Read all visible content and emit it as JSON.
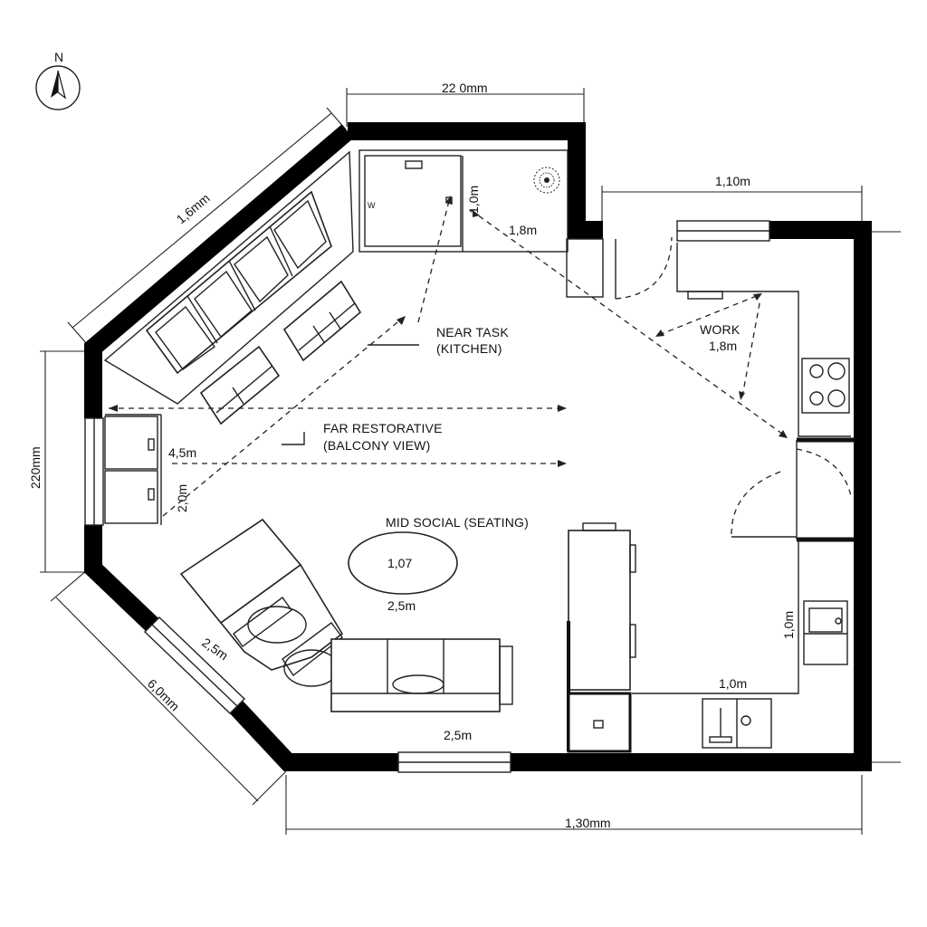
{
  "compass": {
    "label": "N",
    "icon": "north-arrow-icon"
  },
  "dimensions": {
    "top": "22 0mm",
    "top_right": "1,10m",
    "upper_left_diagonal": "1,6mm",
    "left": "220mm",
    "lower_left_diagonal": "6,0mm",
    "bottom": "1,30mm",
    "window_vertical": "1,0m",
    "kitchen_diagonal": "1,8m",
    "work_distance": "1,8m",
    "far_distance": "4,5m",
    "left_vertical": "2,0m",
    "sofa_diagonal": "2,5m",
    "table_below": "2,5m",
    "bottom_sofa": "2,5m",
    "right_wall": "1,0m",
    "sink_area": "1,0m"
  },
  "zones": {
    "near_line1": "NEAR TASK",
    "near_line2": "(KITCHEN)",
    "far_line1": "FAR RESTORATIVE",
    "far_line2": "(BALCONY VIEW)",
    "mid": "MID SOCIAL (SEATING)",
    "work_line1": "WORK",
    "work_line2": "1,8m"
  },
  "table_value": "1,07",
  "small_marks": {
    "window_w": "W"
  },
  "colors": {
    "wall": "#000000",
    "line": "#222222",
    "background": "#ffffff"
  }
}
